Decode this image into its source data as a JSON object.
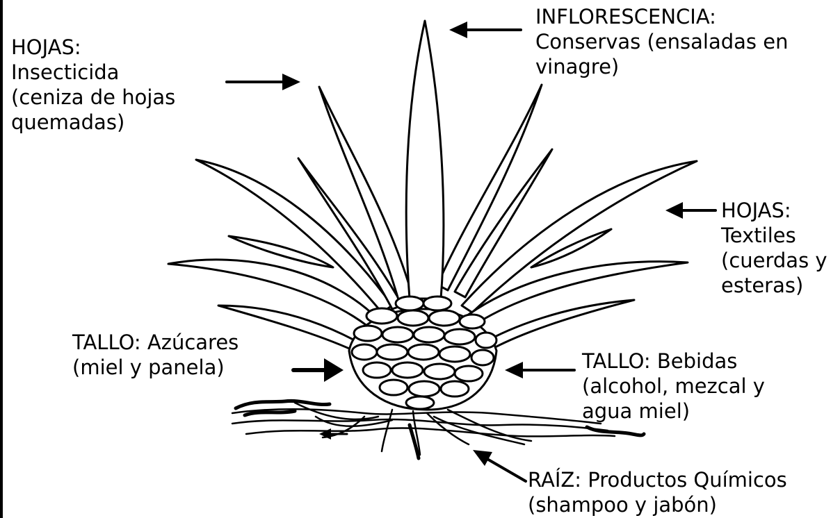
{
  "labels": {
    "hojas_left": {
      "lines": [
        "HOJAS:",
        "Insecticida",
        "(ceniza de hojas",
        "quemadas)"
      ]
    },
    "inflorescencia": {
      "lines": [
        "INFLORESCENCIA:",
        "Conservas (ensaladas en",
        "vinagre)"
      ]
    },
    "hojas_right": {
      "lines": [
        "HOJAS:",
        "Textiles",
        "(cuerdas y",
        "esteras)"
      ]
    },
    "tallo_azucares": {
      "lines": [
        "TALLO: Azúcares",
        "(miel y panela)"
      ]
    },
    "tallo_bebidas": {
      "lines": [
        "TALLO: Bebidas",
        "(alcohol, mezcal y",
        "agua miel)"
      ]
    },
    "raiz": {
      "lines": [
        "RAÍZ: Productos Químicos",
        "(shampoo y jabón)"
      ]
    }
  },
  "colors": {
    "ink": "#000000",
    "paper": "#ffffff"
  }
}
